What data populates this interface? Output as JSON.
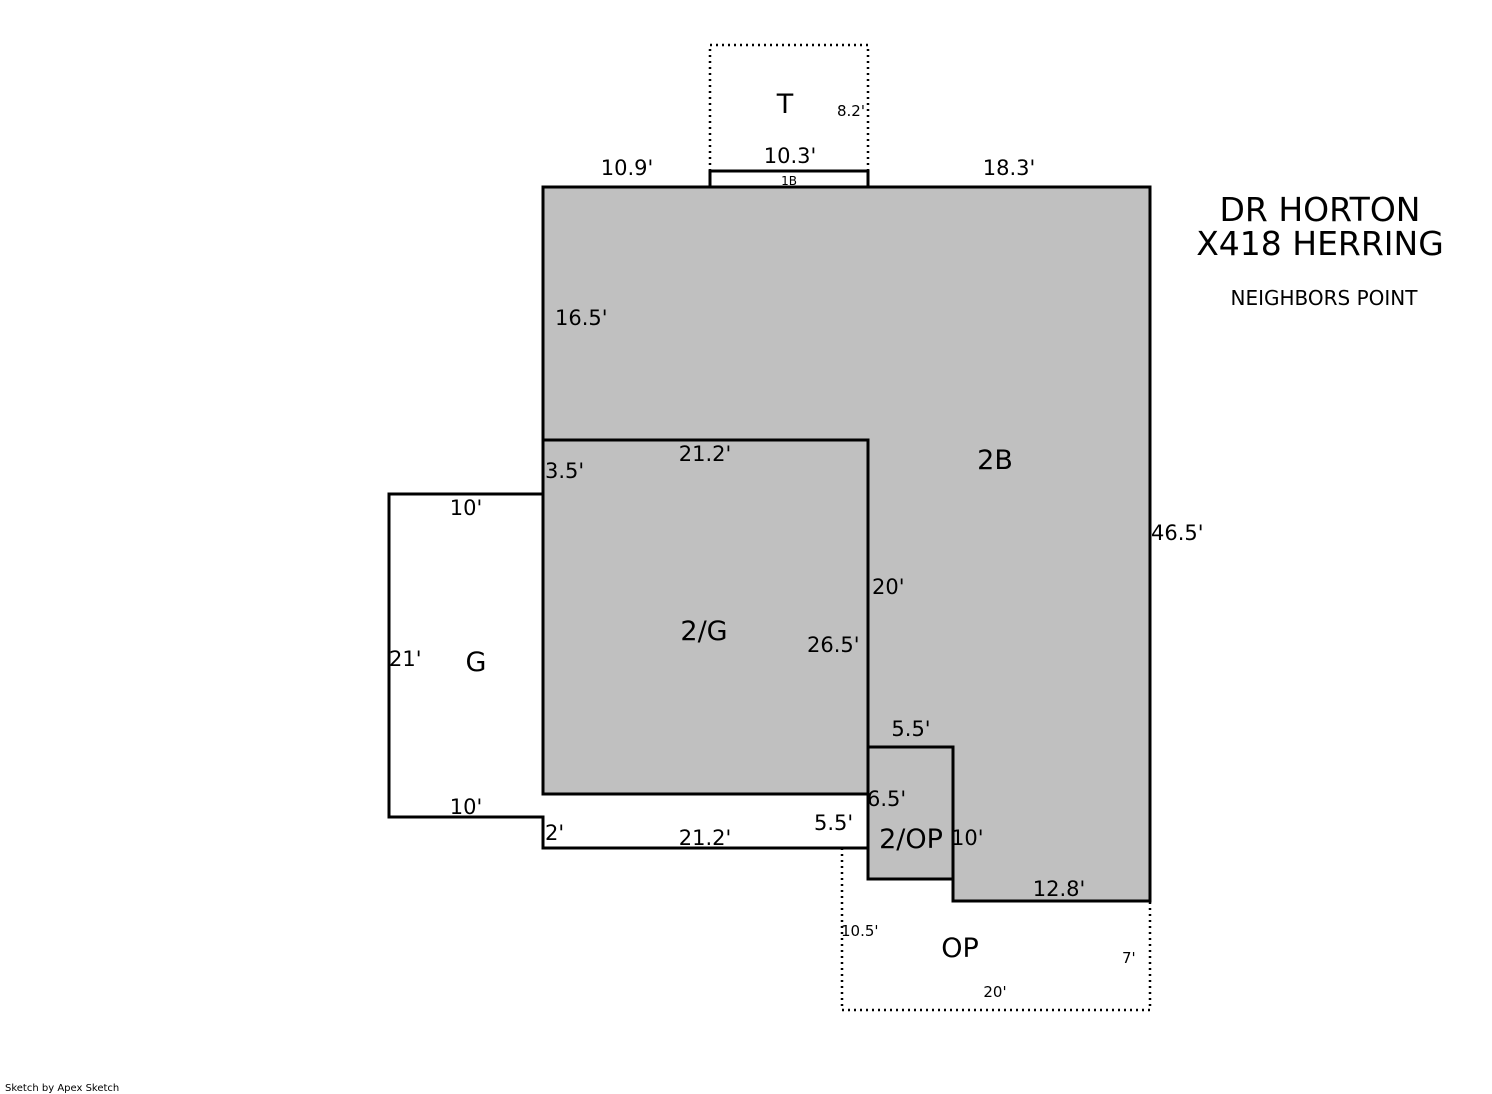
{
  "header": {
    "builder": "DR HORTON",
    "model": "X418 HERRING",
    "community": "NEIGHBORS POINT"
  },
  "footer": {
    "credit": "Sketch by Apex Sketch"
  },
  "colors": {
    "living_fill": "#c0c0c0",
    "line": "#000000"
  },
  "areas": {
    "second_floor": "2B",
    "garage_upper": "2/G",
    "garage": "G",
    "porch_upper": "2/OP",
    "open_porch": "OP",
    "terrace": "T",
    "bay": "1B"
  },
  "dimensions": {
    "top_left": "10.9'",
    "top_bay": "10.3'",
    "top_right": "18.3'",
    "terrace_side": "8.2'",
    "left_upper": "16.5'",
    "garage_top": "21.2'",
    "step_left": "3.5'",
    "garage_ext_top": "10'",
    "garage_side": "21'",
    "garage_ext_bottom": "10'",
    "step_bottom": "2'",
    "garage_bottom": "21.2'",
    "porch_left_width": "5.5'",
    "inner_20": "20'",
    "inner_26_5": "26.5'",
    "right_side": "46.5'",
    "porch_top": "5.5'",
    "porch_side": "6.5'",
    "porch_right": "10'",
    "bottom_right": "12.8'",
    "op_left": "10.5'",
    "op_right": "7'",
    "op_bottom": "20'"
  }
}
